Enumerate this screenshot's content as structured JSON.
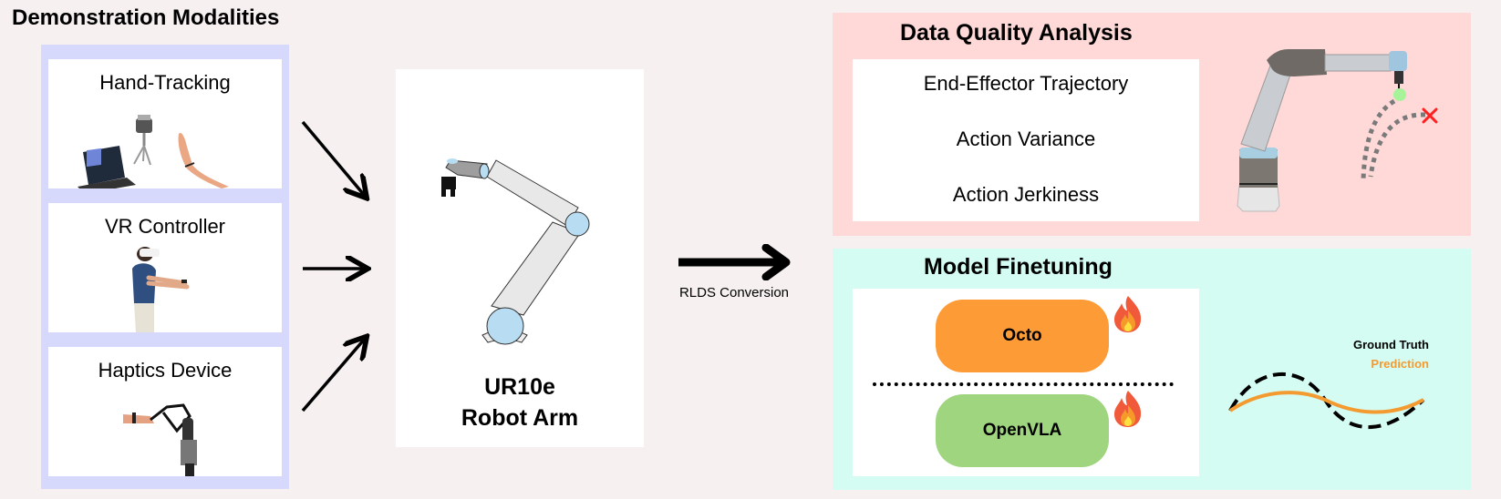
{
  "title": "Demonstration Modalities",
  "modalities": [
    {
      "label": "Hand-Tracking",
      "icon": "laptop-camera-hand-icon"
    },
    {
      "label": "VR Controller",
      "icon": "vr-user-icon"
    },
    {
      "label": "Haptics Device",
      "icon": "haptics-device-icon"
    }
  ],
  "robot": {
    "name_line1": "UR10e",
    "name_line2": "Robot Arm",
    "icon": "robot-arm-icon"
  },
  "conversion": {
    "label": "RLDS Conversion"
  },
  "data_quality": {
    "title": "Data Quality Analysis",
    "items": [
      "End-Effector Trajectory",
      "Action Variance",
      "Action Jerkiness"
    ]
  },
  "model_finetuning": {
    "title": "Model Finetuning",
    "models": [
      {
        "label": "Octo",
        "color": "#fd9b37",
        "icon": "fire-icon"
      },
      {
        "label": "OpenVLA",
        "color": "#9ed57e",
        "icon": "fire-icon"
      }
    ],
    "legend": {
      "ground_truth": "Ground Truth",
      "prediction": "Prediction"
    }
  },
  "colors": {
    "background": "#f6f0f0",
    "modality_frame": "#d6d9fc",
    "dqa_panel": "#ffd8d8",
    "mf_panel": "#d5fcf2",
    "prediction": "#f39a30",
    "target_ok": "#a6f39a",
    "target_fail": "#ff2020"
  }
}
